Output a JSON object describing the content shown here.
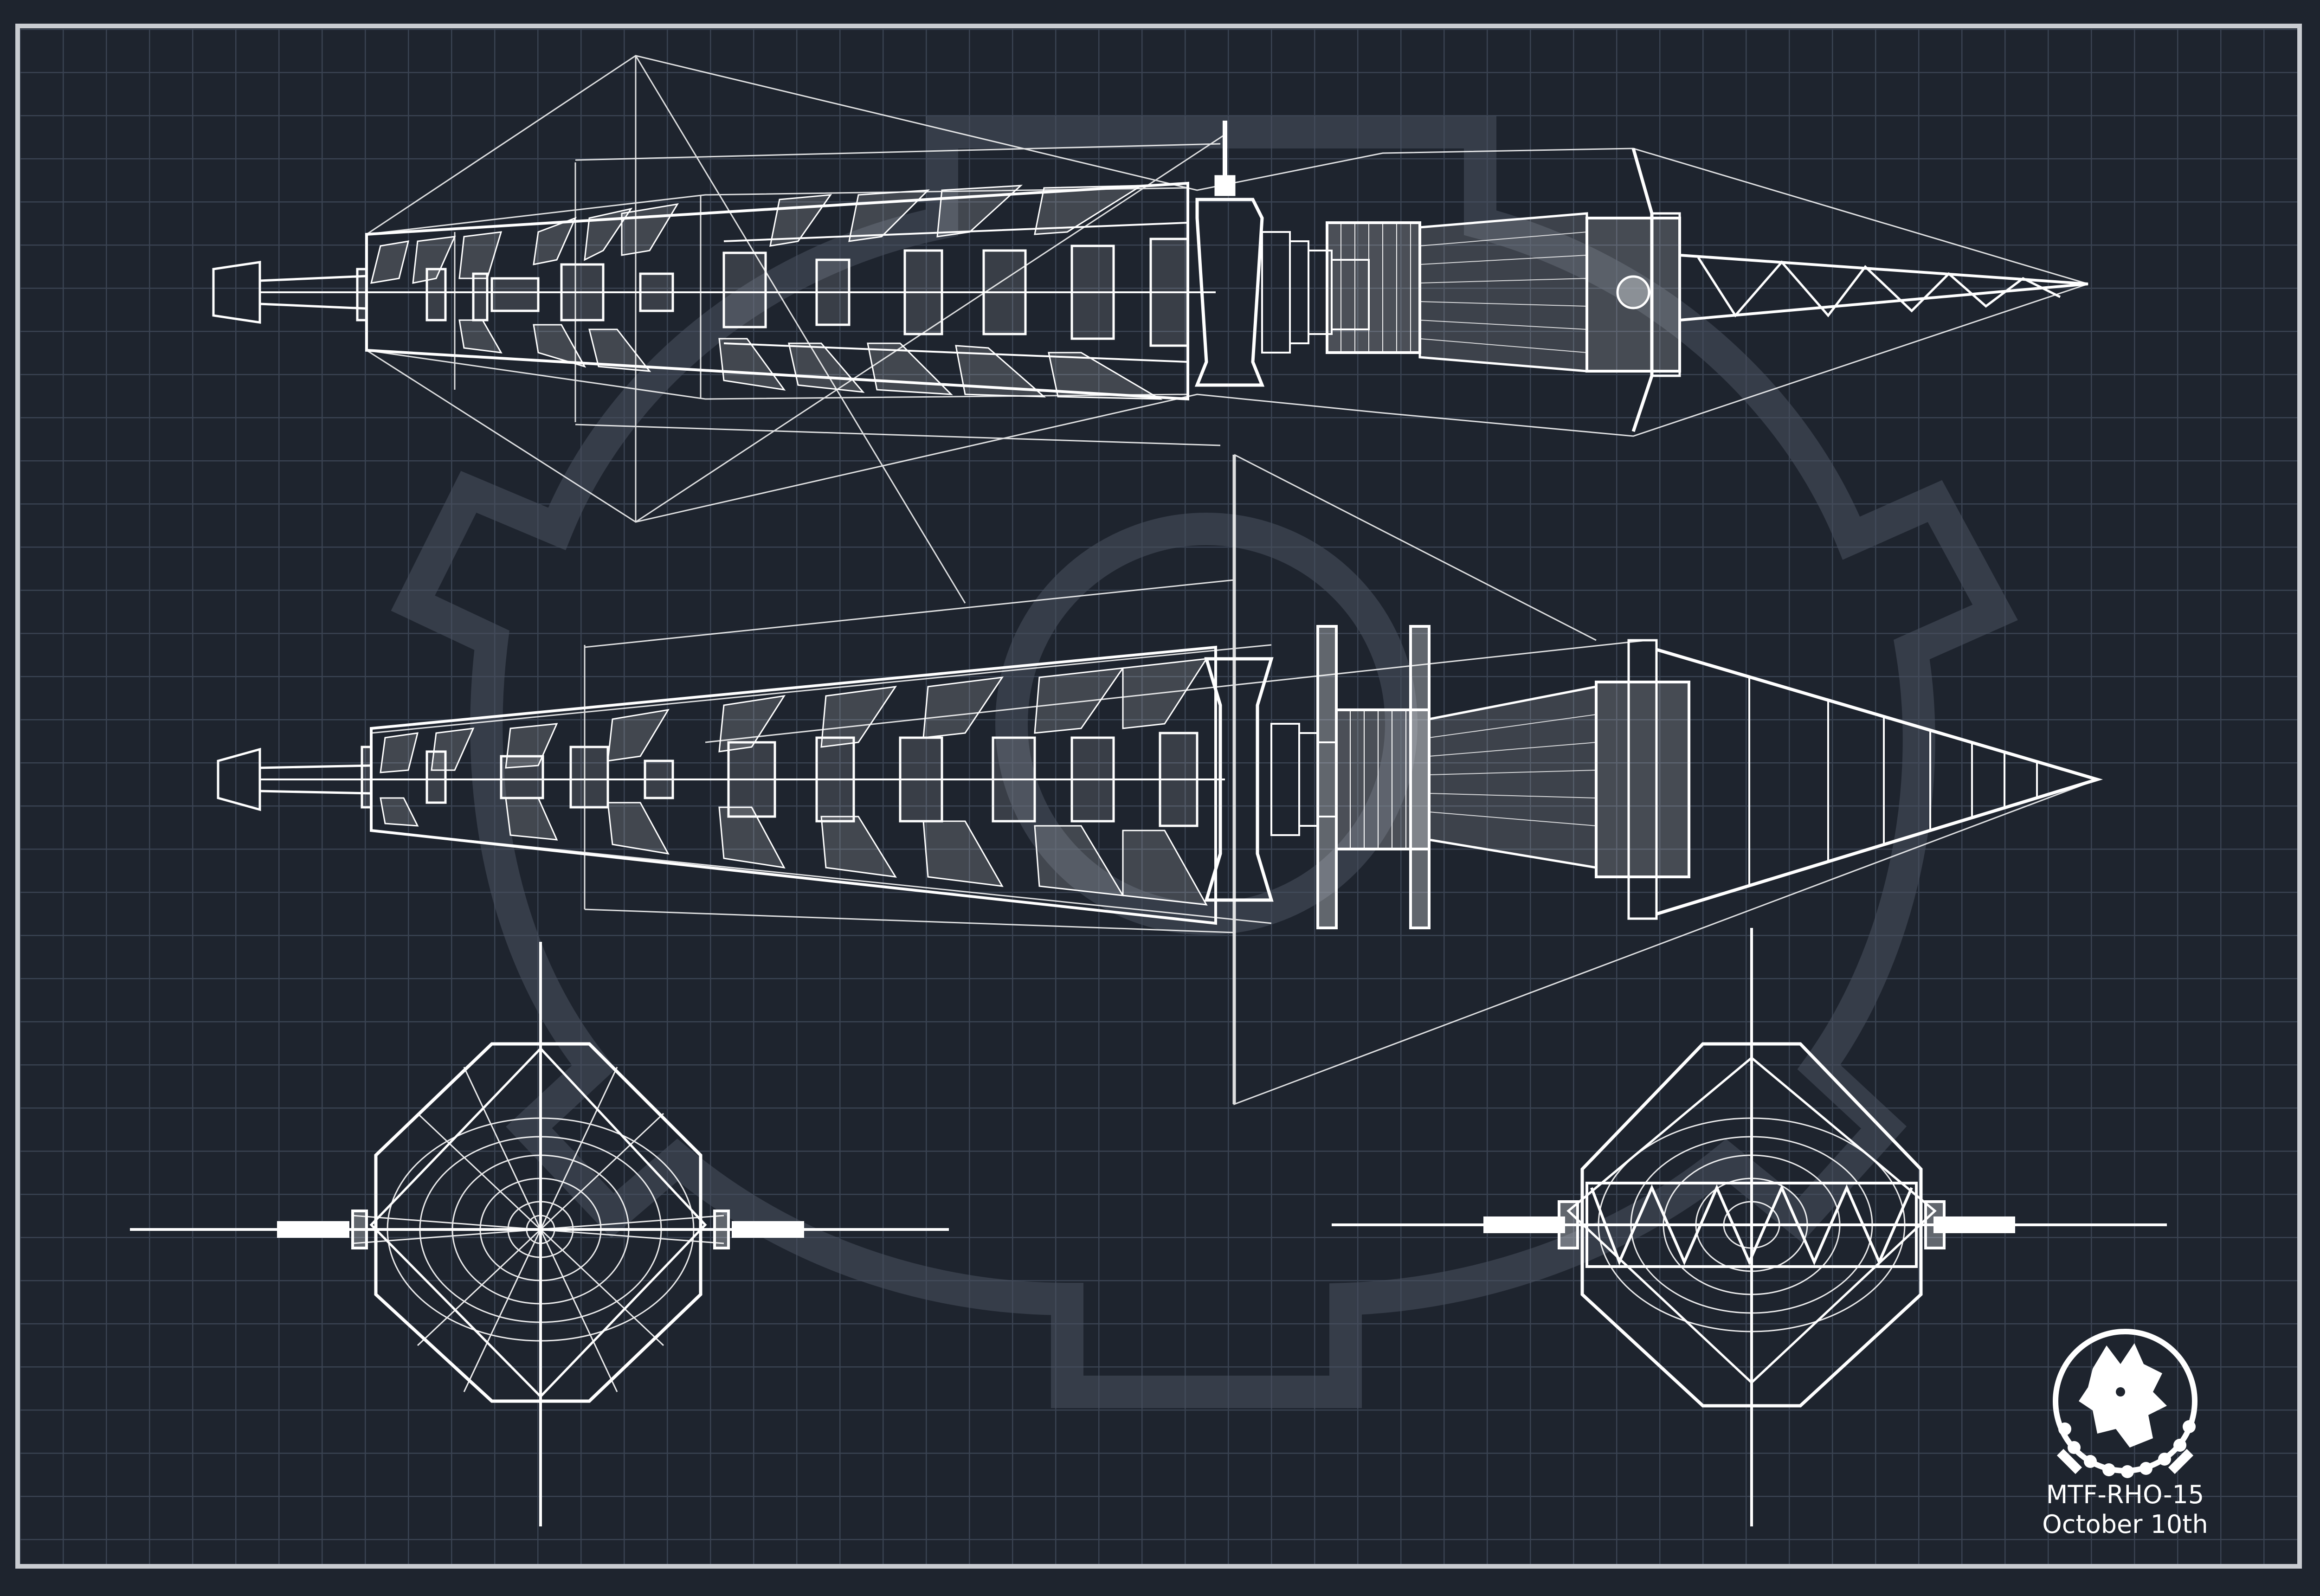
{
  "designation": "MTF-RHO-15",
  "date": "October 10th",
  "colors": {
    "background": "#1e242e",
    "grid": "#3a4352",
    "line": "#ffffff",
    "frame": "#c9ccd1",
    "watermark": "#4a5260"
  },
  "icons": {
    "watermark": "scp-foundation-logo",
    "emblem": "wolf-head-emblem"
  },
  "views": [
    "top-view",
    "side-view",
    "front-view",
    "rear-view"
  ]
}
